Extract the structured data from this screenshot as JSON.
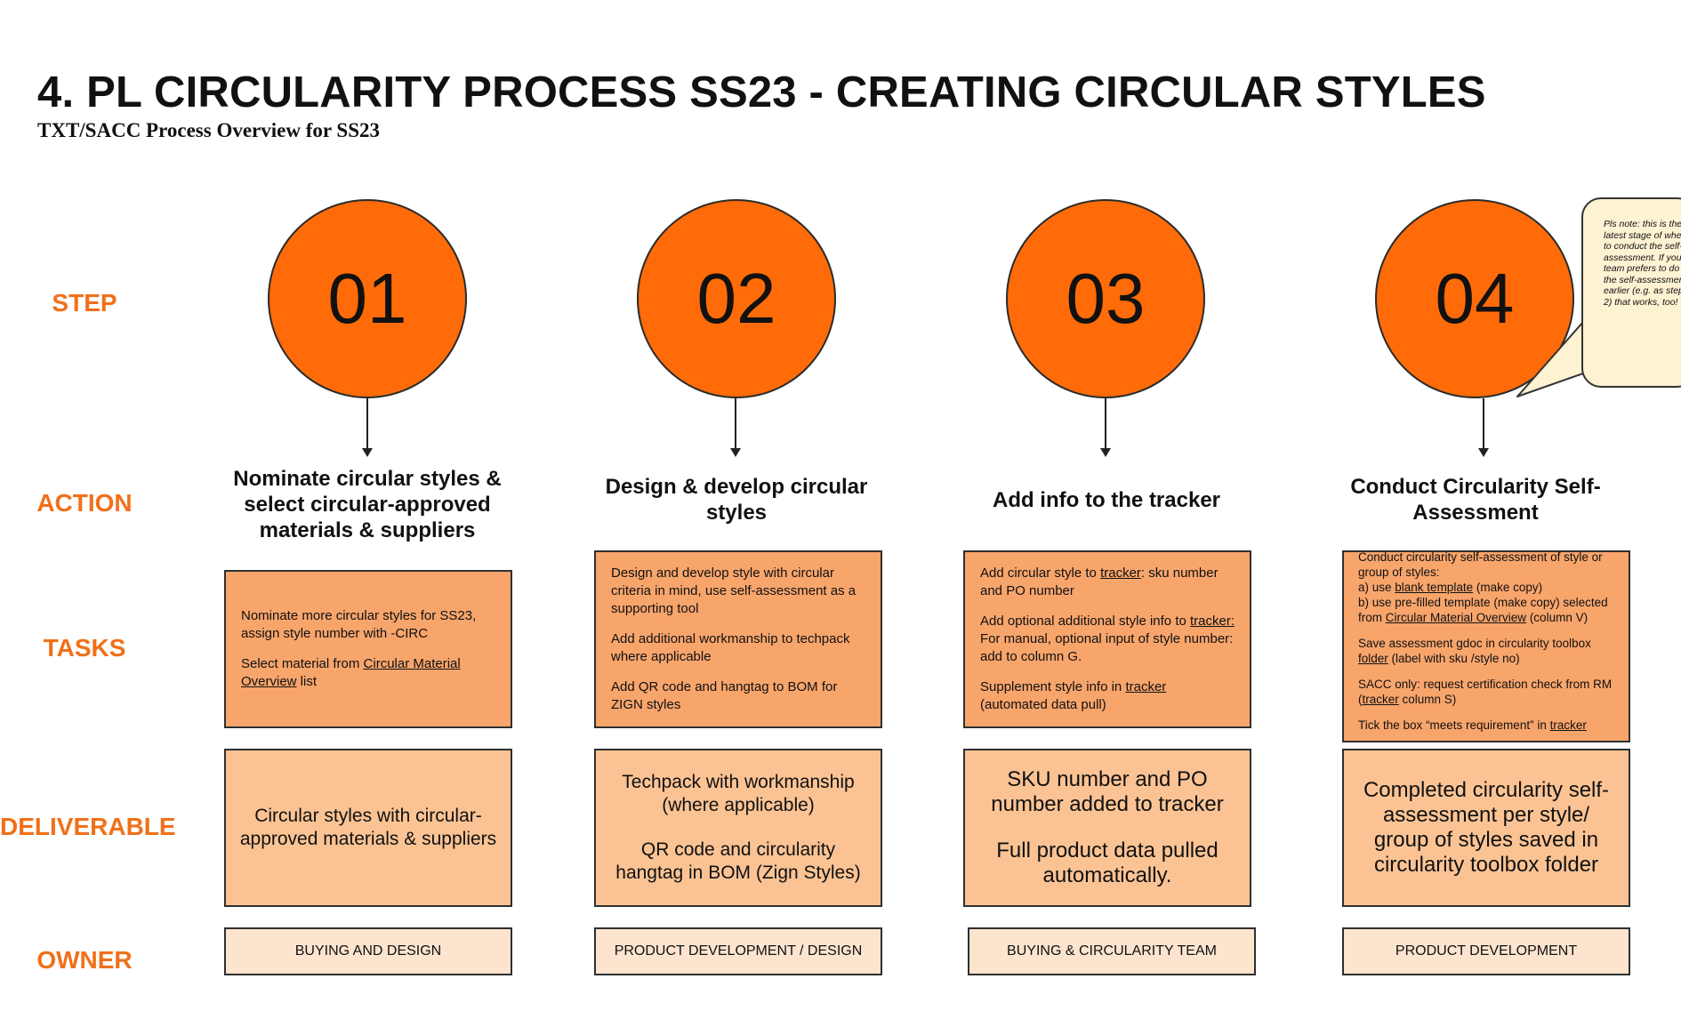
{
  "header": {
    "title": "4. PL CIRCULARITY PROCESS SS23 - CREATING CIRCULAR STYLES",
    "subtitle": "TXT/SACC Process Overview for SS23"
  },
  "row_labels": {
    "step": "STEP",
    "action": "ACTION",
    "tasks": "TASKS",
    "deliverable": "DELIVERABLE",
    "owner": "OWNER"
  },
  "colors": {
    "accent": "#f0701a",
    "circle_fill": "#ff6b08",
    "tasks_fill": "#f8a56c",
    "deliverable_fill": "#fbc394",
    "owner_fill": "#fde4cf",
    "note_fill": "#fdf2d2"
  },
  "steps": [
    {
      "number": "01",
      "action": "Nominate circular styles & select circular-approved materials & suppliers",
      "tasks": {
        "t1": "Nominate more circular styles for SS23, assign style number with -CIRC",
        "t2_pre": "Select material from ",
        "t2_link": "Circular Material Overview",
        "t2_post": " list"
      },
      "deliverable": {
        "d1": "Circular styles with circular-approved materials & suppliers"
      },
      "owner": "BUYING AND DESIGN"
    },
    {
      "number": "02",
      "action": "Design & develop circular styles",
      "tasks": {
        "t1": "Design and develop style with circular criteria in mind, use self-assessment as a supporting tool",
        "t2": "Add additional workmanship to techpack where applicable",
        "t3": "Add QR code and hangtag to BOM for ZIGN styles"
      },
      "deliverable": {
        "d1": "Techpack with workmanship (where applicable)",
        "d2": "QR code and circularity hangtag in BOM (Zign Styles)"
      },
      "owner": "PRODUCT DEVELOPMENT / DESIGN"
    },
    {
      "number": "03",
      "action": "Add info to the tracker",
      "tasks": {
        "t1_pre": "Add circular style to ",
        "t1_link": "tracker",
        "t1_post": ": sku number and PO number",
        "t2_pre": "Add optional additional style info to ",
        "t2_link": "tracker:",
        "t2_post": " For manual, optional input of style number: add to column G.",
        "t3_pre": "Supplement style info in ",
        "t3_link": "tracker",
        "t3_post": " (automated data pull)"
      },
      "deliverable": {
        "d1": "SKU number and PO number added to tracker",
        "d2": "Full product data pulled automatically."
      },
      "owner": "BUYING & CIRCULARITY TEAM"
    },
    {
      "number": "04",
      "action": "Conduct Circularity Self-Assessment",
      "tasks": {
        "t1": "Conduct circularity self-assessment of style or group of styles:",
        "t1a_pre": "a) use ",
        "t1a_link": "blank template",
        "t1a_post": " (make copy)",
        "t1b_pre": "b) use pre-filled template (make copy) selected from ",
        "t1b_link": "Circular Material Overview",
        "t1b_post": "  (column V)",
        "t2_pre": "Save assessment gdoc in circularity toolbox ",
        "t2_link": "folder",
        "t2_post": " (label with sku /style no)",
        "t3_pre": "SACC only: request certification check from RM (",
        "t3_link": "tracker",
        "t3_post": " column S)",
        "t4_pre": "Tick the box “meets requirement” in ",
        "t4_link": "tracker"
      },
      "deliverable": {
        "d1": "Completed circularity self-assessment per style/ group of styles saved in circularity toolbox folder"
      },
      "owner": "PRODUCT DEVELOPMENT"
    }
  ],
  "note": {
    "text": "Pls note: this is the latest stage of when to conduct the self-assessment. If your team prefers to do the self-assessment earlier (e.g. as step 2) that works, too!"
  }
}
